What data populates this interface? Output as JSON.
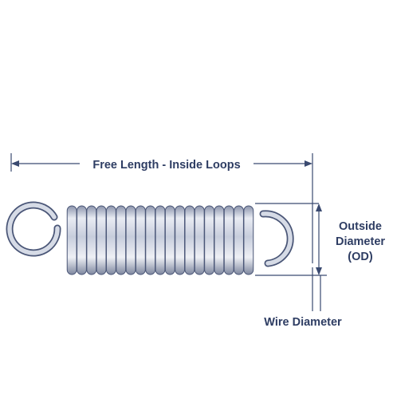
{
  "labels": {
    "free_length": "Free Length - Inside Loops",
    "outside_diameter_line1": "Outside",
    "outside_diameter_line2": "Diameter",
    "outside_diameter_line3": "(OD)",
    "wire_diameter": "Wire Diameter"
  },
  "spring": {
    "coil_count": 19,
    "wire_color": "#c9cfdd",
    "outline_color": "#4a5677",
    "dimension_color": "#3a4a70",
    "text_color": "#2e3d63"
  }
}
